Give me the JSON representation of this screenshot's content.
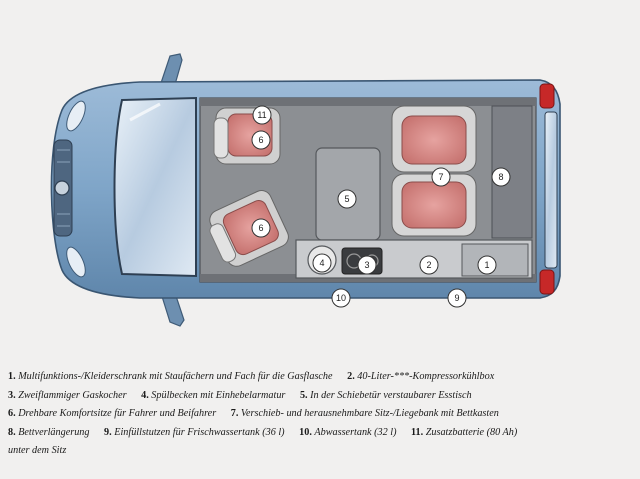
{
  "callouts": [
    "1",
    "2",
    "3",
    "4",
    "5",
    "6",
    "6",
    "7",
    "8",
    "9",
    "10",
    "11"
  ],
  "legend": [
    [
      {
        "num": "1.",
        "text": "Multifunktions-/Kleiderschrank mit Staufächern und Fach für die Gasflasche"
      },
      {
        "num": "2.",
        "text": "40-Liter-***-Kompressorkühlbox"
      }
    ],
    [
      {
        "num": "3.",
        "text": "Zweiflammiger Gaskocher"
      },
      {
        "num": "4.",
        "text": "Spülbecken mit Einhebelarmatur"
      },
      {
        "num": "5.",
        "text": "In der Schiebetür verstaubarer Esstisch"
      }
    ],
    [
      {
        "num": "6.",
        "text": "Drehbare Komfortsitze für Fahrer und Beifahrer"
      },
      {
        "num": "7.",
        "text": "Verschieb- und herausnehmbare Sitz-/Liegebank mit Bettkasten"
      }
    ],
    [
      {
        "num": "8.",
        "text": "Bettverlängerung"
      },
      {
        "num": "9.",
        "text": "Einfüllstutzen für Frischwassertank (36 l)"
      },
      {
        "num": "10.",
        "text": "Abwassertank (32 l)"
      },
      {
        "num": "11.",
        "text": "Zusatzbatterie (80 Ah)"
      }
    ],
    [
      {
        "num": "",
        "text": "unter dem Sitz"
      }
    ]
  ],
  "colors": {
    "body_blue": "#7fa5c8",
    "floor_gray": "#8c8f93",
    "seat_red": "#d88c8a",
    "tail_light": "#c62828"
  }
}
